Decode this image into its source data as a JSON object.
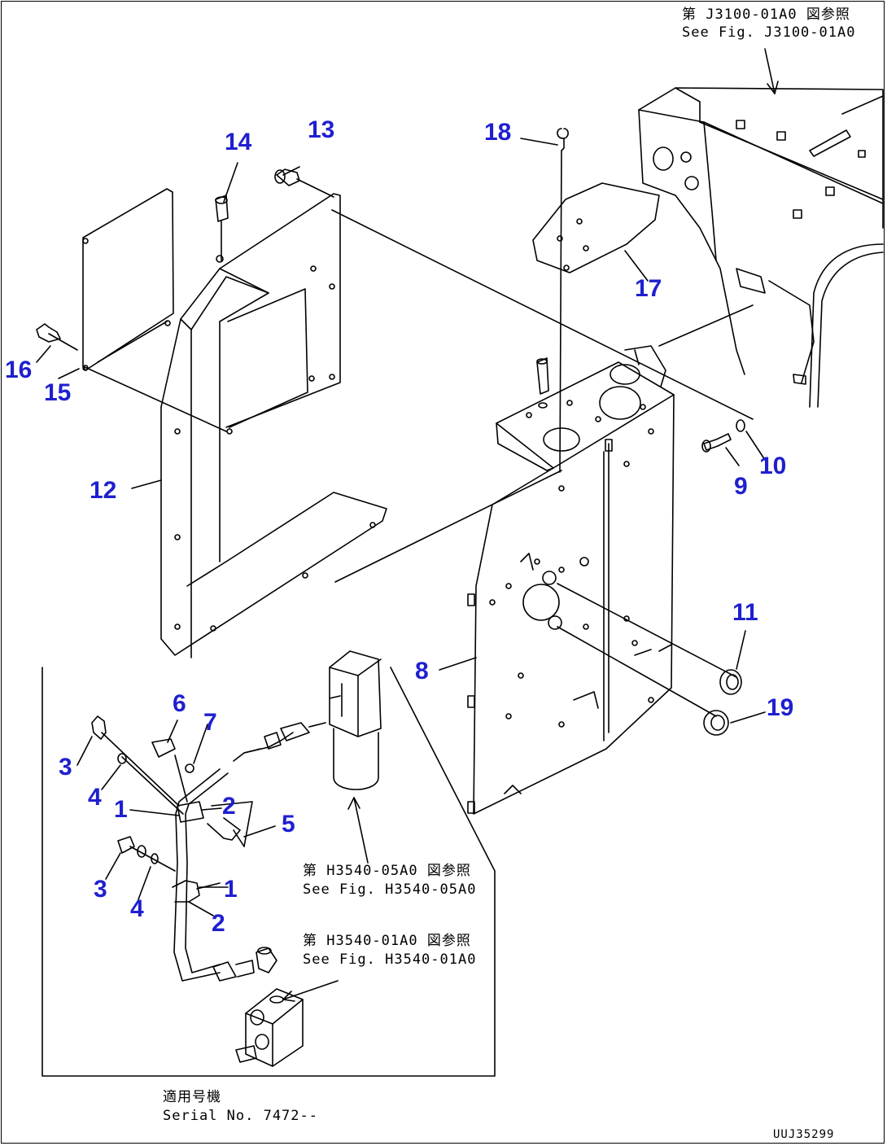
{
  "references": {
    "frame_ref_jp": "第 J3100-01A0 図参照",
    "frame_ref_en": "See Fig. J3100-01A0",
    "filter_ref_jp": "第 H3540-05A0 図参照",
    "filter_ref_en": "See Fig. H3540-05A0",
    "valve_ref_jp": "第 H3540-01A0 図参照",
    "valve_ref_en": "See Fig. H3540-01A0",
    "serial_jp": "適用号機",
    "serial_en": "Serial No. 7472--",
    "drawing_id": "UUJ35299"
  },
  "callouts": {
    "c1a": "1",
    "c1b": "1",
    "c2a": "2",
    "c2b": "2",
    "c3a": "3",
    "c3b": "3",
    "c4a": "4",
    "c4b": "4",
    "c5": "5",
    "c6": "6",
    "c7": "7",
    "c8": "8",
    "c9": "9",
    "c10": "10",
    "c11": "11",
    "c12": "12",
    "c13": "13",
    "c14": "14",
    "c15": "15",
    "c16": "16",
    "c17": "17",
    "c18": "18",
    "c19": "19"
  }
}
